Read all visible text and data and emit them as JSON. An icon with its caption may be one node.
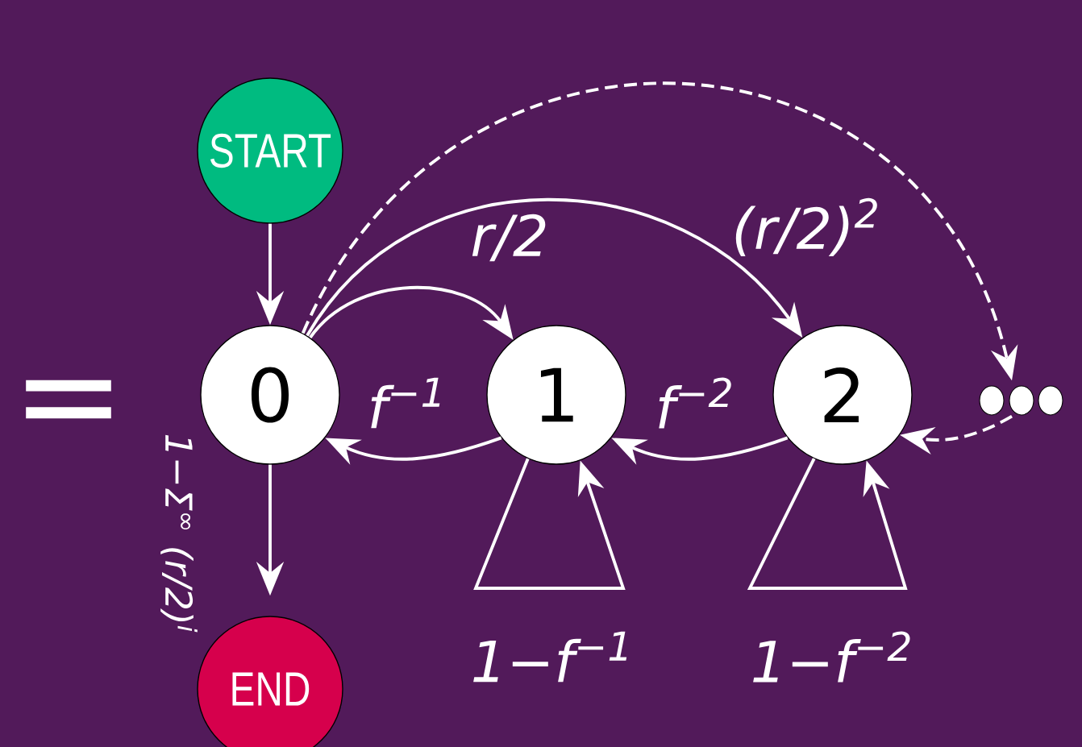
{
  "diagram": {
    "nodes": [
      {
        "text": [
          "START"
        ]
      },
      {
        "text": [
          "0"
        ]
      },
      {
        "text": [
          "1"
        ]
      },
      {
        "text": [
          "2"
        ]
      },
      {
        "text": [],
        "shape": "ellipse"
      },
      {
        "text": [
          "END"
        ]
      }
    ],
    "edges": [
      {
        "from": 0,
        "to": 1,
        "arrow": "to"
      },
      {
        "from": 1,
        "to": 5,
        "arrow": "to",
        "label": "1−Σ$^{∞}$ (r/2)$^{i}$"
      },
      {
        "from": 1,
        "to": 2,
        "arrow": "to",
        "label": "r/2"
      },
      {
        "from": 1,
        "to": 3,
        "arrow": "to",
        "label": "(r/2)$^{2}$"
      },
      {
        "from": 1,
        "to": 4,
        "arrow": "to",
        "style": "dashed"
      },
      {
        "from": 2,
        "to": 1,
        "arrow": "to",
        "label": "f$^{−1}$"
      },
      {
        "from": 3,
        "to": 2,
        "arrow": "to",
        "label": "f$^{−2}$"
      },
      {
        "from": 4,
        "to": 3,
        "arrow": "to",
        "style": "dashed"
      },
      {
        "from": 2,
        "to": 2,
        "arrow": "to",
        "label": "1−f$^{−1}$"
      },
      {
        "from": 3,
        "to": 3,
        "arrow": "to",
        "label": "1−f$^{−2}$"
      }
    ],
    "labels": [
      "="
    ]
  }
}
